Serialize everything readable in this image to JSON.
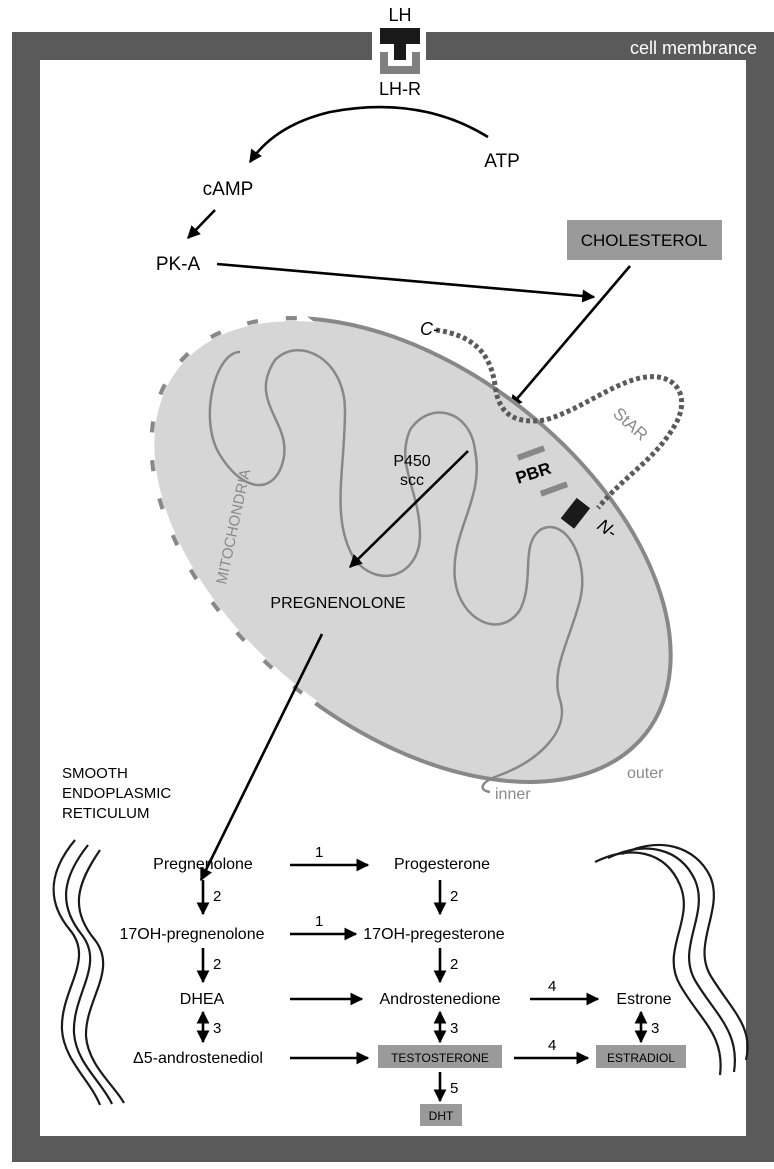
{
  "membrane": {
    "label": "cell membrance"
  },
  "receptor": {
    "ligand": "LH",
    "receptor": "LH-R"
  },
  "signaling": {
    "atp": "ATP",
    "camp": "cAMP",
    "pka": "PK-A"
  },
  "cholesterol": "CHOLESTEROL",
  "mitochondria": {
    "label": "MITOCHONDRIA",
    "inner": "inner",
    "outer": "outer",
    "c_terminus": "C-",
    "n_terminus": "N-",
    "star": "StAR",
    "pbr": "PBR",
    "enzyme_line1": "P450",
    "enzyme_line2": "scc",
    "product": "PREGNENOLONE"
  },
  "er": {
    "line1": "SMOOTH",
    "line2": "ENDOPLASMIC",
    "line3": "RETICULUM"
  },
  "pathway": {
    "pregnenolone": "Pregnenolone",
    "progesterone": "Progesterone",
    "oh_pregnenolone": "17OH-pregnenolone",
    "oh_progesterone": "17OH-pregesterone",
    "dhea": "DHEA",
    "androstenedione": "Androstenedione",
    "estrone": "Estrone",
    "androstenediol": "Δ5-androstenediol",
    "testosterone": "TESTOSTERONE",
    "estradiol": "ESTRADIOL",
    "dht": "DHT"
  },
  "enzyme_steps": {
    "s1a": "1",
    "s1b": "1",
    "s2a": "2",
    "s2b": "2",
    "s2c": "2",
    "s2d": "2",
    "s3a": "3",
    "s3b": "3",
    "s3c": "3",
    "s4a": "4",
    "s4b": "4",
    "s5": "5"
  }
}
